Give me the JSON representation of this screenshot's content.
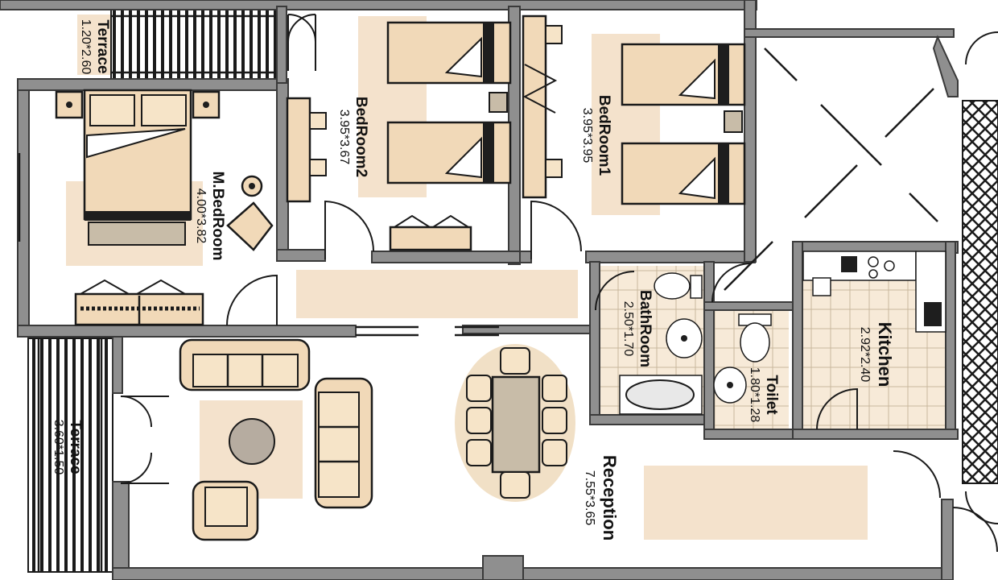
{
  "rooms": {
    "terrace_top": {
      "name": "Terrace",
      "dim": "1.20*2.60"
    },
    "master_bedroom": {
      "name": "M.BedRoom",
      "dim": "4.00*3.82"
    },
    "bedroom2": {
      "name": "BedRoom2",
      "dim": "3.95*3.67"
    },
    "bedroom1": {
      "name": "BedRoom1",
      "dim": "3.95*3.95"
    },
    "bathroom": {
      "name": "BathRoom",
      "dim": "2.50*1.70"
    },
    "toilet": {
      "name": "Toilet",
      "dim": "1.80*1.28"
    },
    "kitchen": {
      "name": "Kitchen",
      "dim": "2.92*2.40"
    },
    "terrace_left": {
      "name": "Terrace",
      "dim": "3.60*1.50"
    },
    "reception": {
      "name": "Reception",
      "dim": "7.55*3.65"
    }
  }
}
